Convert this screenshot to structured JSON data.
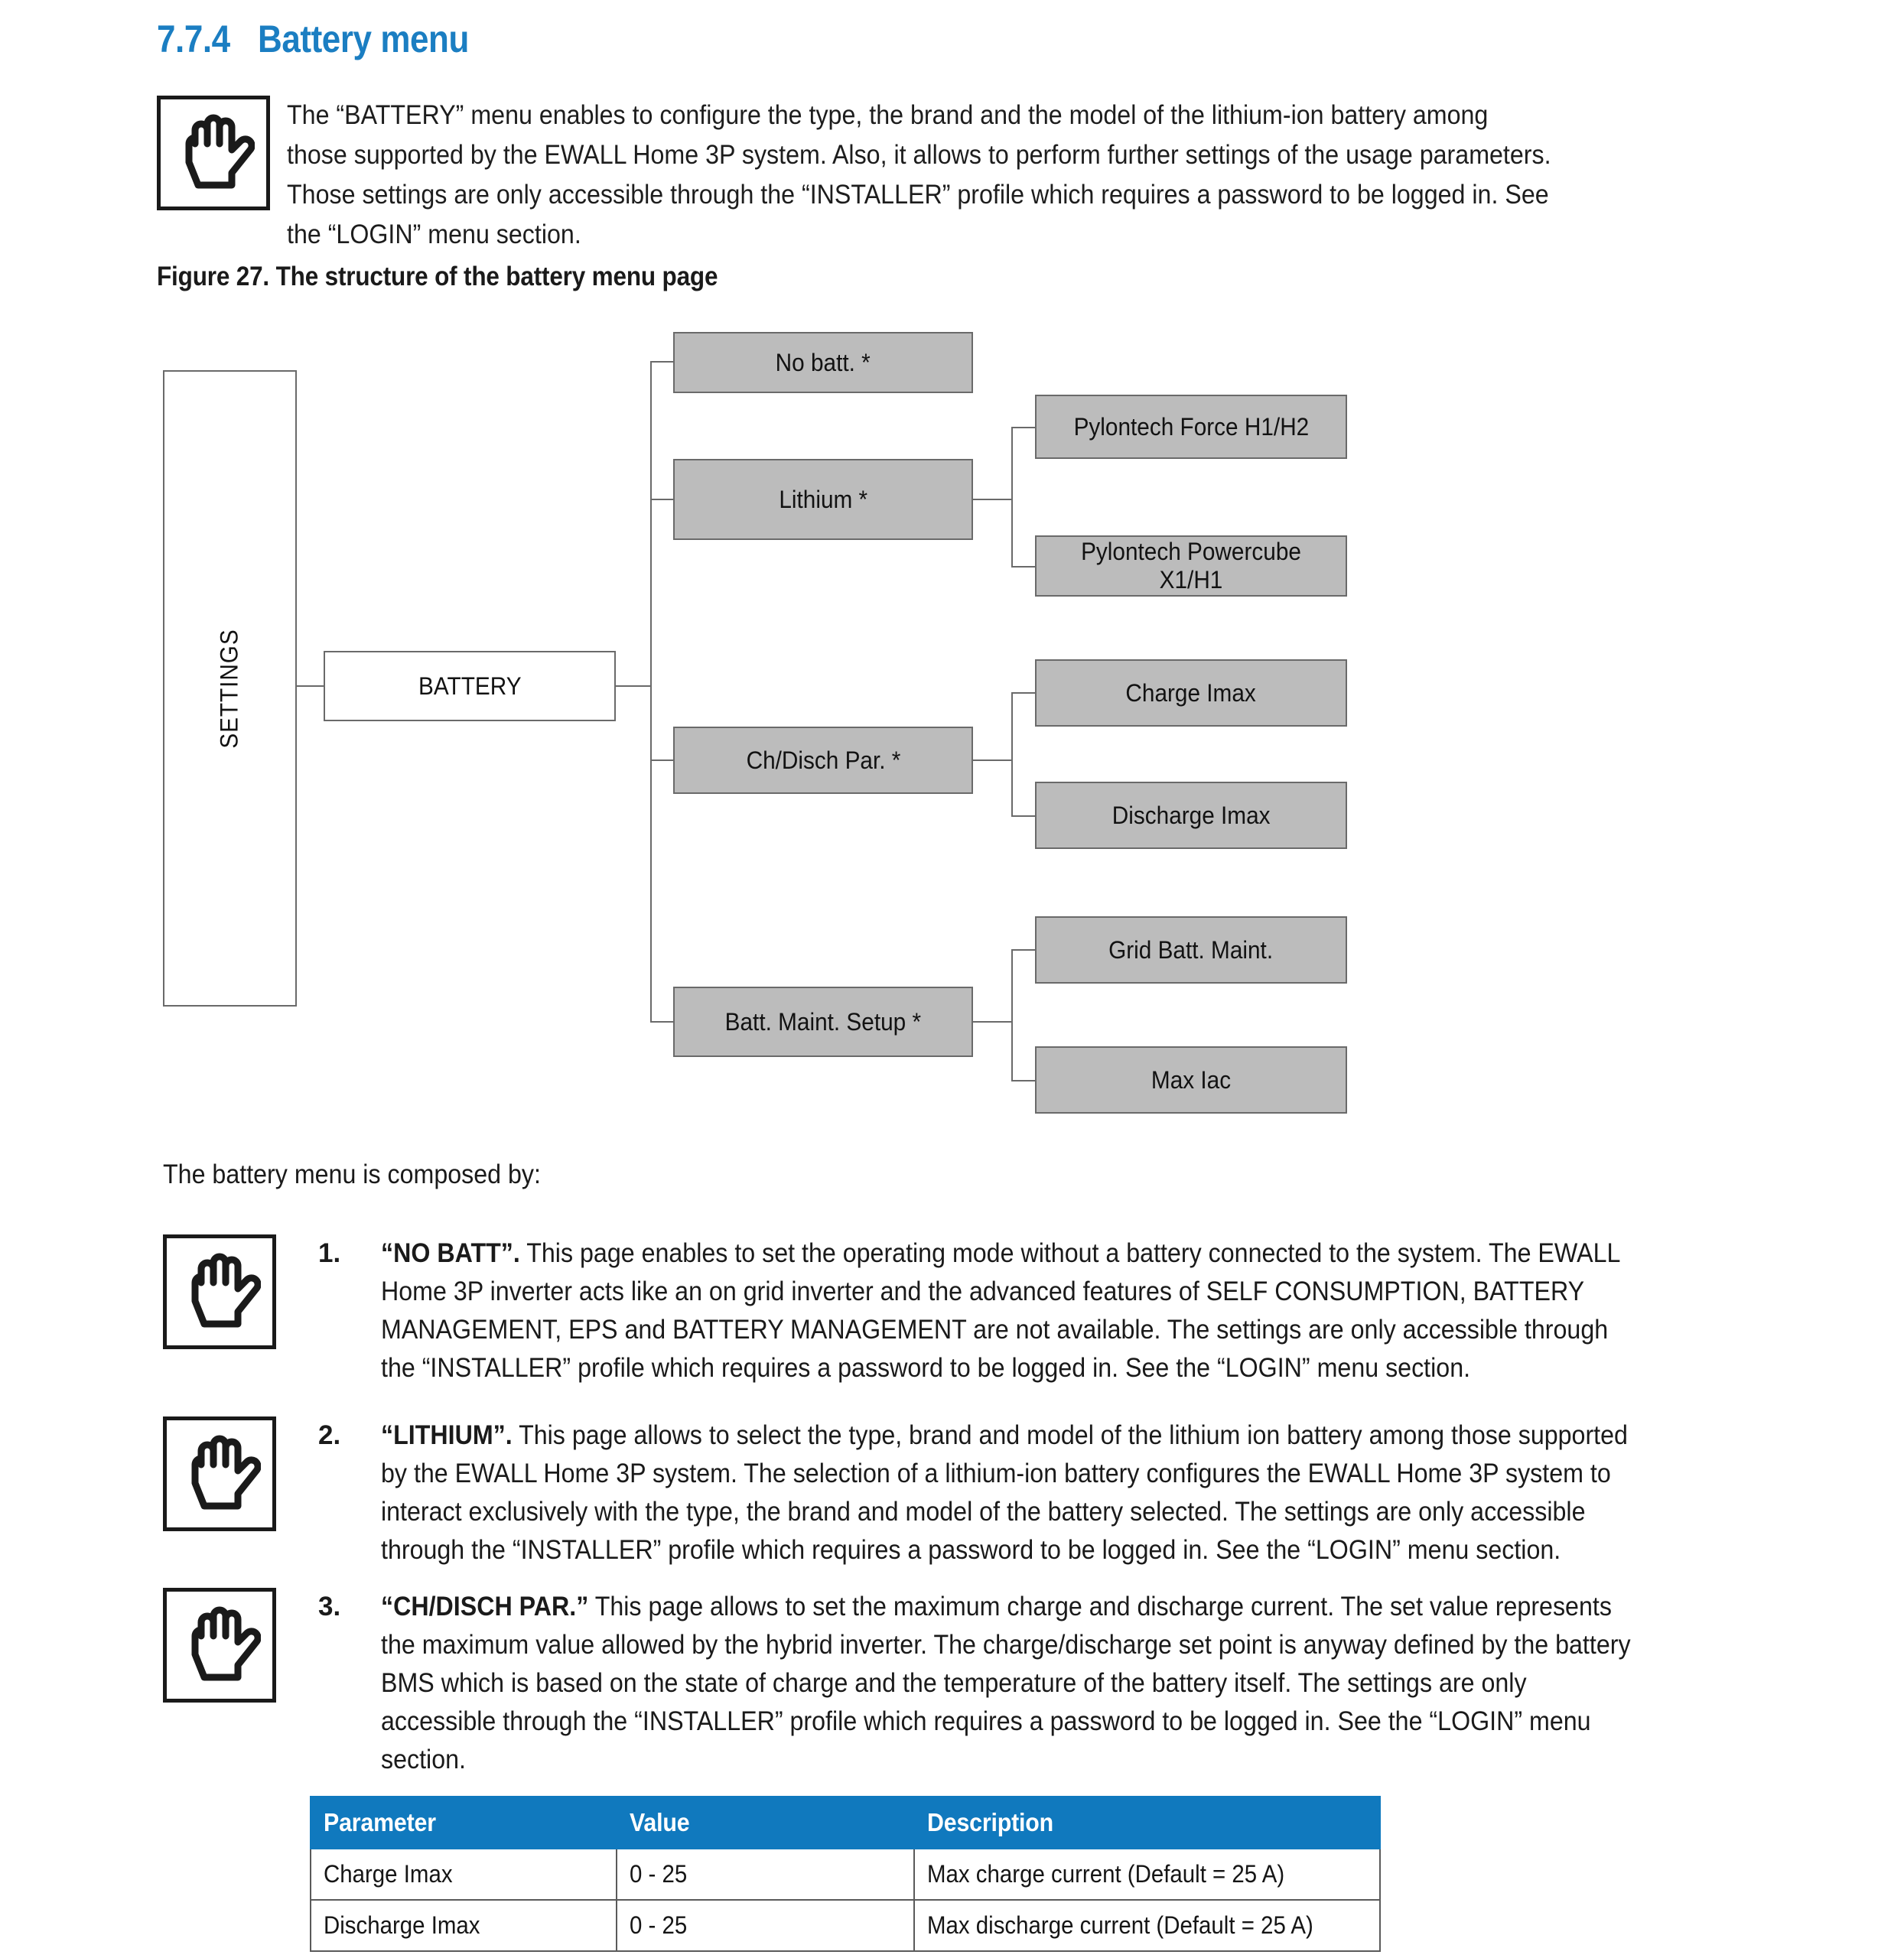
{
  "heading": {
    "number": "7.7.4",
    "title": "Battery menu"
  },
  "intro": {
    "icon": "hand-icon",
    "text": " The “BATTERY” menu enables to configure the type, the brand and the model of the lithium-ion battery among those supported by the EWALL Home 3P system. Also, it allows to perform further settings of the usage parameters. Those settings are only accessible through the “INSTALLER” profile which requires a password to be logged in. See the “LOGIN” menu section."
  },
  "figure": {
    "caption": "Figure 27. The structure of the battery menu page",
    "nodes": {
      "settings": "SETTINGS",
      "battery": "BATTERY",
      "no_batt": "No batt. *",
      "lithium": "Lithium *",
      "ch_disch_par": "Ch/Disch Par. *",
      "batt_maint_setup": "Batt. Maint. Setup *",
      "pylontech_force": "Pylontech Force H1/H2",
      "pylontech_powercube": "Pylontech Powercube X1/H1",
      "charge_imax": "Charge Imax",
      "discharge_imax": "Discharge Imax",
      "grid_batt_maint": "Grid Batt. Maint.",
      "max_iac": "Max Iac"
    },
    "colors": {
      "gray_fill": "#bcbcbc",
      "white_fill": "#ffffff",
      "stroke": "#6a6a6a"
    }
  },
  "composed_intro": "The battery menu is composed by:",
  "list": [
    {
      "number": "1.",
      "icon": "hand-icon",
      "bold_lead": "“NO BATT”.",
      "text": " This page enables to set the operating mode without a battery connected to the system. The EWALL Home 3P inverter acts like an on grid inverter and the advanced features of SELF CONSUMPTION, BATTERY MANAGEMENT, EPS and BATTERY MANAGEMENT are not available. The settings are only accessible through the “INSTALLER” profile which requires a password to be logged in. See the “LOGIN” menu section."
    },
    {
      "number": "2.",
      "icon": "hand-icon",
      "bold_lead": "“LITHIUM”.",
      "text": " This page allows to select the type, brand and model of the lithium ion battery among those supported by the EWALL Home 3P system. The selection of a lithium-ion battery configures the EWALL Home 3P system to interact exclusively with the type, the brand and model of the battery selected. The settings are only accessible through the “INSTALLER” profile which requires a password to be logged in. See the “LOGIN” menu section."
    },
    {
      "number": "3.",
      "icon": "hand-icon",
      "bold_lead": "“CH/DISCH PAR.”",
      "text": " This page allows to set the maximum charge and discharge current. The set value represents the maximum value allowed by the hybrid inverter. The charge/discharge set point is anyway defined by the battery BMS which is based on the state of charge and the temperature of the battery itself. The settings are only accessible through the “INSTALLER” profile which requires a password to be logged in. See the “LOGIN” menu section."
    }
  ],
  "table": {
    "accent_color": "#1079be",
    "headers": [
      "Parameter",
      "Value",
      "Description"
    ],
    "rows": [
      [
        "Charge Imax",
        "0 - 25",
        "Max charge current (Default = 25 A)"
      ],
      [
        "Discharge Imax",
        "0 - 25",
        "Max discharge current (Default = 25 A)"
      ]
    ]
  }
}
